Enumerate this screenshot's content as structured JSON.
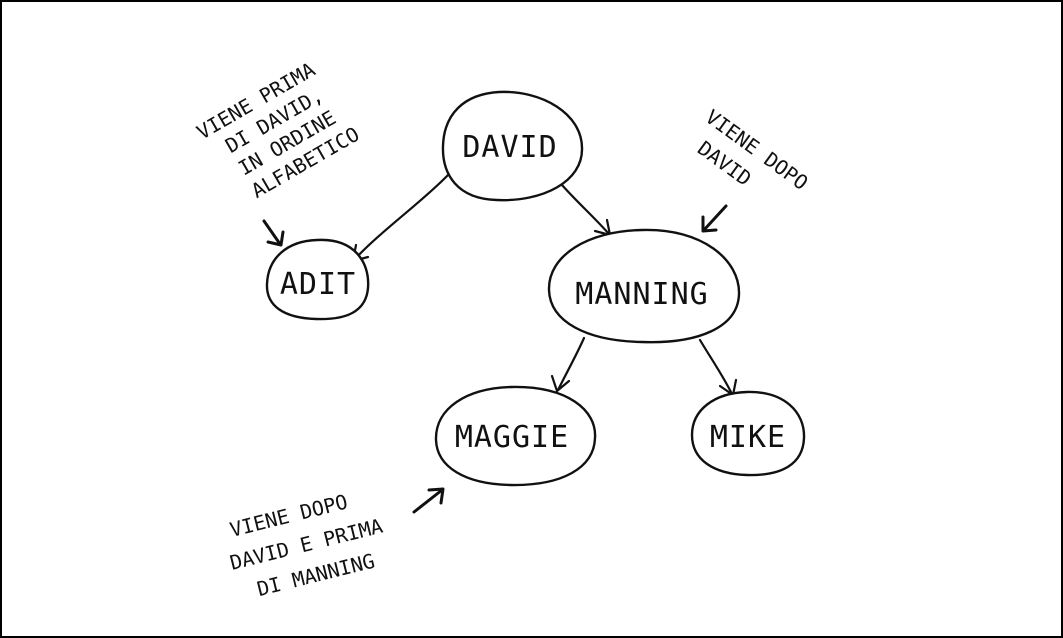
{
  "diagram": {
    "nodes": [
      {
        "id": "david",
        "label": "DAVID"
      },
      {
        "id": "adit",
        "label": "ADIT"
      },
      {
        "id": "manning",
        "label": "MANNING"
      },
      {
        "id": "maggie",
        "label": "MAGGIE"
      },
      {
        "id": "mike",
        "label": "MIKE"
      }
    ],
    "edges": [
      {
        "from": "david",
        "to": "adit"
      },
      {
        "from": "david",
        "to": "manning"
      },
      {
        "from": "manning",
        "to": "maggie"
      },
      {
        "from": "manning",
        "to": "mike"
      }
    ],
    "annotations": [
      {
        "id": "adit-note",
        "target": "adit",
        "lines": [
          "VIENE PRIMA",
          "DI DAVID,",
          "IN ORDINE",
          "ALFABETICO"
        ]
      },
      {
        "id": "manning-note",
        "target": "manning",
        "lines": [
          "VIENE DOPO",
          "DAVID"
        ]
      },
      {
        "id": "maggie-note",
        "target": "maggie",
        "lines": [
          "VIENE DOPO",
          "DAVID E PRIMA",
          "DI MANNING"
        ]
      }
    ]
  }
}
